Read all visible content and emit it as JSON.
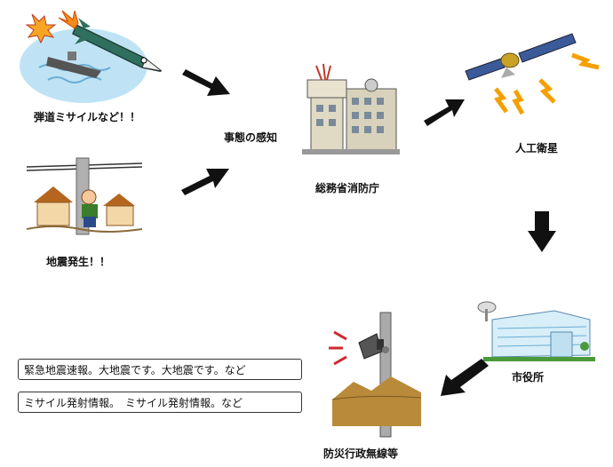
{
  "nodes": {
    "missile": "弾道ミサイルなど！！",
    "earthquake": "地震発生！！",
    "detection": "事態の感知",
    "fdma": "総務省消防庁",
    "satellite": "人工衛星",
    "city_hall": "市役所",
    "radio": "防災行政無線等"
  },
  "messages": {
    "earthquake_msg": "緊急地震速報。大地震です。大地震です。など",
    "missile_msg": "ミサイル発射情報。　ミサイル発射情報。など"
  }
}
